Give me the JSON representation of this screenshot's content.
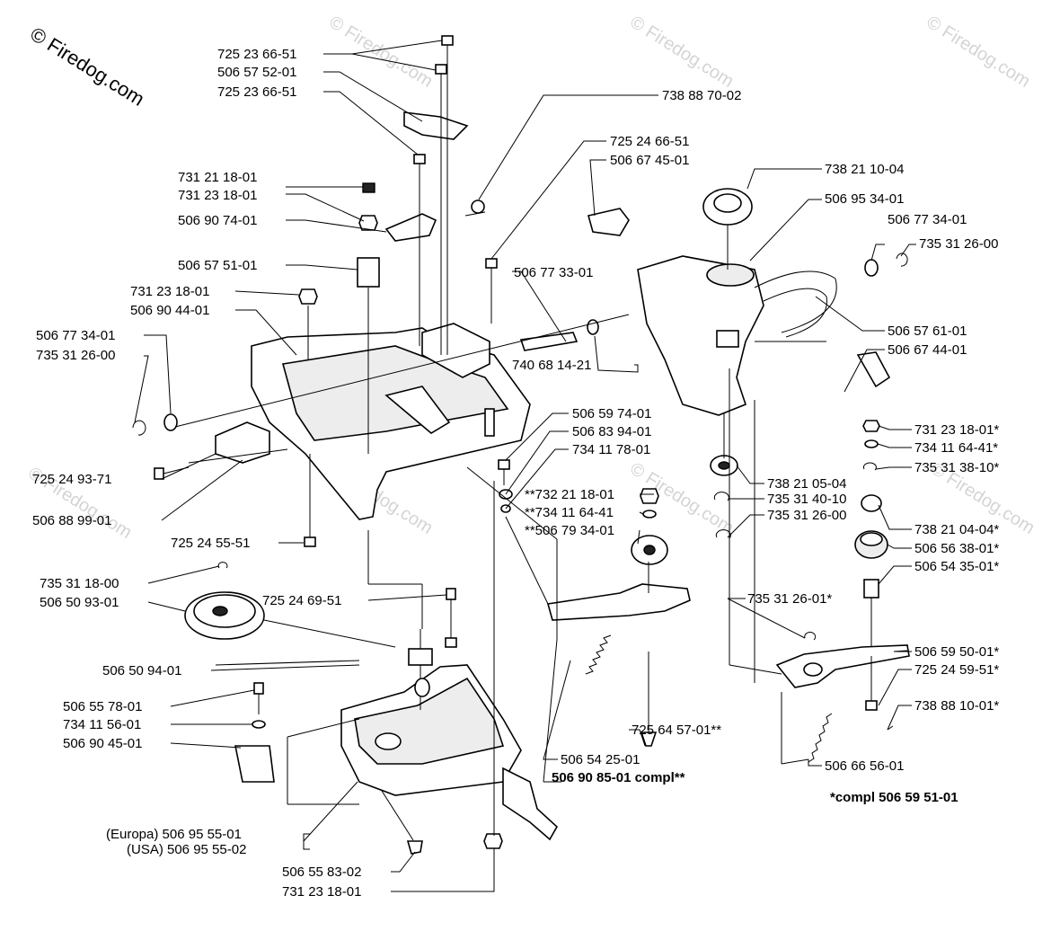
{
  "watermark": {
    "main": "© Firedog.com",
    "faint": "© Firedog.com"
  },
  "labels": {
    "l01": "725 23 66-51",
    "l02": "506 57 52-01",
    "l03": "725 23 66-51",
    "l04": "738 88 70-02",
    "l05": "725 24 66-51",
    "l06": "506 67 45-01",
    "l07": "738 21 10-04",
    "l08": "506 95 34-01",
    "l09": "506 77 34-01",
    "l10": "735 31 26-00",
    "l11": "731 21 18-01",
    "l12": "731 23 18-01",
    "l13": "506 90 74-01",
    "l14": "506 57 51-01",
    "l15": "506 77 33-01",
    "l16": "731 23 18-01",
    "l17": "506 90 44-01",
    "l18": "506 77 34-01",
    "l19": "735 31 26-00",
    "l20": "740 68 14-21",
    "l21": "506 57 61-01",
    "l22": "506 67 44-01",
    "l23": "506 59 74-01",
    "l24": "506 83 94-01",
    "l25": "734 11 78-01",
    "l26": "731 23 18-01*",
    "l27": "734 11 64-41*",
    "l28": "735 31 38-10*",
    "l29": "738 21 05-04",
    "l30": "735 31 40-10",
    "l31": "735 31 26-00",
    "l32": "725 24 93-71",
    "l33": "506 88 99-01",
    "l34": "**732 21 18-01",
    "l35": "**734 11 64-41",
    "l36": "**506 79 34-01",
    "l37": "738 21 04-04*",
    "l38": "506 56 38-01*",
    "l39": "725 24 55-51",
    "l40": "506 54 35-01*",
    "l41": "735 31 18-00",
    "l42": "506 50 93-01",
    "l43": "725 24 69-51",
    "l44": "735 31 26-01*",
    "l45": "506 59 50-01*",
    "l46": "725 24 59-51*",
    "l47": "506 50 94-01",
    "l48": "738 88 10-01*",
    "l49": "506 55 78-01",
    "l50": "734 11 56-01",
    "l51": "506 90 45-01",
    "l52": "725 64 57-01**",
    "l53": "506 54 25-01",
    "l54": "506 90 85-01 compl**",
    "l55": "506 66 56-01",
    "l56": "*compl 506 59 51-01",
    "l57": "(Europa) 506 95 55-01",
    "l58": "(USA) 506 95 55-02",
    "l59": "506 55 83-02",
    "l60": "731 23 18-01"
  }
}
